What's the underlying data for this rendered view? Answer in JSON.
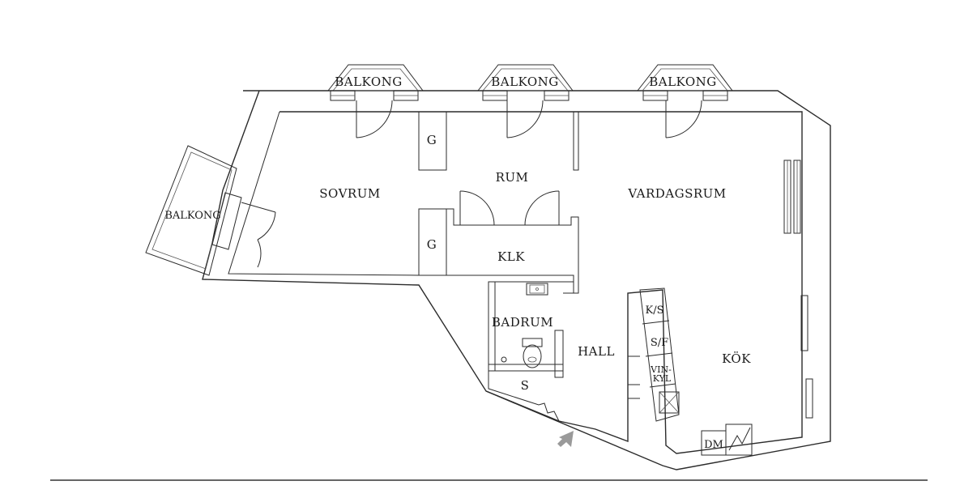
{
  "labels": {
    "balkong_left": "BALKONG",
    "balkong_top_1": "BALKONG",
    "balkong_top_2": "BALKONG",
    "balkong_top_3": "BALKONG",
    "sovrum": "SOVRUM",
    "rum": "RUM",
    "vardagsrum": "VARDAGSRUM",
    "g_upper": "G",
    "g_lower": "G",
    "klk": "KLK",
    "badrum": "BADRUM",
    "hall": "HALL",
    "s": "S",
    "kok": "KÖK",
    "ks": "K/S",
    "sf": "S/F",
    "vin_1": "VIN-",
    "vin_2": "KYL",
    "dm": "DM"
  },
  "colors": {
    "wall": "#2b2b2b",
    "entrance_arrow": "#9a9a9a"
  },
  "icons": [
    "entrance-arrow-icon",
    "sink-icon",
    "toilet-icon",
    "stove-icon"
  ]
}
